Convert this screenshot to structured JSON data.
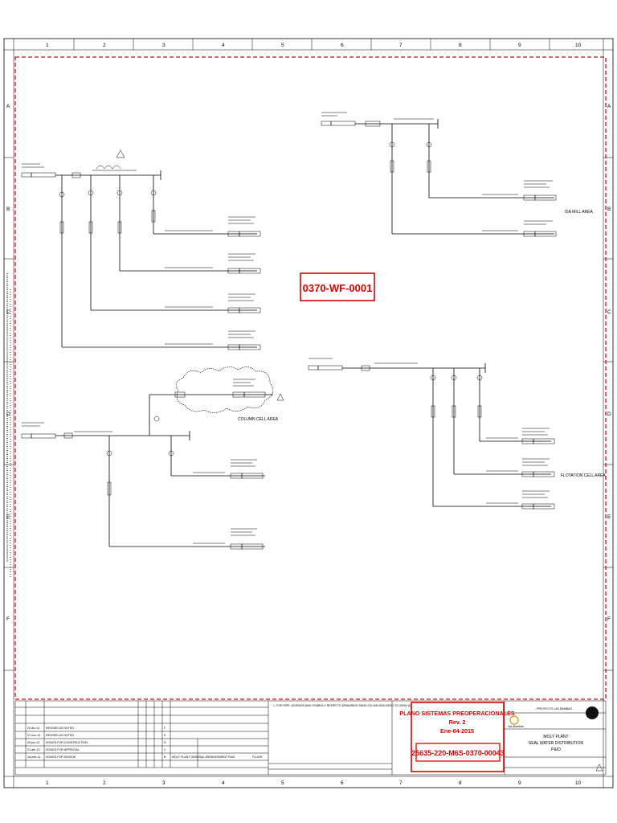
{
  "grid": {
    "columns": [
      "1",
      "2",
      "3",
      "4",
      "5",
      "6",
      "7",
      "8",
      "9",
      "10"
    ],
    "rows": [
      "A",
      "B",
      "C",
      "D",
      "E",
      "F"
    ]
  },
  "stamp_drawing": "0370-WF-0001",
  "stamp_titleblock": {
    "line1": "PLANO SISTEMAS PREOPERACIONALES",
    "line2": "Rev. 2",
    "line3": "Ene-04-2015",
    "number": "25635-220-M6S-0370-00043"
  },
  "areas": {
    "isa_mill": "ISA MILL AREA",
    "column_cell": "COLUMN CELL AREA",
    "flotation_cell": "FLOTATION CELL AREA"
  },
  "top_note": "1. FOR PIPE LEGENDS AND SYMBOLS REFER TO DRAWINGS 25635-220-M6-0000-00001 TO 00004 (M6-0000-00001)",
  "titleblock": {
    "project": "PROYECTO LAS BAMBAS",
    "company": "Las Bambas",
    "title1": "MOLY PLANT",
    "title2": "SEAL WATER DISTRIBUTION",
    "title3": "P&ID",
    "ref_drawing": "MOLY PLANT GENERAL ARRANGEMENT P&ID",
    "fluor": "FLUOR"
  },
  "revisions": [
    {
      "date": "22-dic-14",
      "desc": "REVISED AS NOTED",
      "code": "F"
    },
    {
      "date": "27-nov-14",
      "desc": "REVISED AS NOTED",
      "code": "E"
    },
    {
      "date": "09-jun-13",
      "desc": "ISSUED FOR CONSTRUCTION",
      "code": "D"
    },
    {
      "date": "21-abr-12",
      "desc": "ISSUED FOR APPROVAL",
      "code": "C"
    },
    {
      "date": "16-mar-11",
      "desc": "ISSUED FOR REVIEW",
      "code": "B"
    }
  ]
}
